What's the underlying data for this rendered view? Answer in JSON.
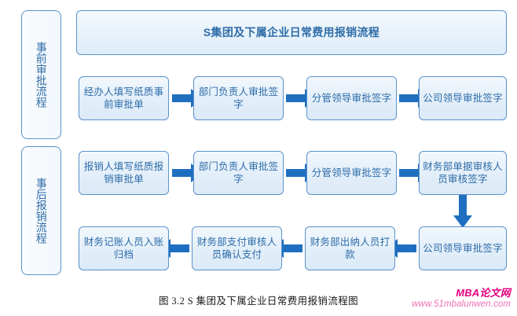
{
  "figure": {
    "title_banner": "S集团及下属企业日常费用报销流程",
    "caption": "图 3.2 S 集团及下属企业日常费用报销流程图"
  },
  "colors": {
    "node_border": "#5B92CC",
    "node_text": "#2E6CA8",
    "node_fill": "#E6F1FA",
    "arrow": "#1F6FC0",
    "watermark_title": "#E5007F",
    "watermark_url": "#F06EB4"
  },
  "lanes": [
    {
      "id": "pre-approval",
      "label": "事前审批流程"
    },
    {
      "id": "post-reimbursement",
      "label": "事后报销流程"
    }
  ],
  "rows": [
    {
      "id": "row-pre-approval",
      "direction": "left-to-right",
      "nodes": [
        "经办人填写纸质事前审批单",
        "部门负责人审批签字",
        "分管领导审批签字",
        "公司领导审批签字"
      ]
    },
    {
      "id": "row-reimbursement-1",
      "direction": "left-to-right",
      "nodes": [
        "报销人填写纸质报销审批单",
        "部门负责人审批签字",
        "分管领导审批签字",
        "财务部单据审核人员审核签字"
      ]
    },
    {
      "id": "row-reimbursement-2",
      "direction": "right-to-left",
      "nodes": [
        "财务记账人员入账归档",
        "财务部支付审核人员确认支付",
        "财务部出纳人员打款",
        "公司领导审批签字"
      ]
    }
  ],
  "connectors": [
    {
      "id": "pre-a1",
      "type": "arrow-right"
    },
    {
      "id": "pre-a2",
      "type": "arrow-right"
    },
    {
      "id": "pre-a3",
      "type": "arrow-right"
    },
    {
      "id": "post-a1",
      "type": "arrow-right"
    },
    {
      "id": "post-a2",
      "type": "arrow-right"
    },
    {
      "id": "post-a3",
      "type": "arrow-right"
    },
    {
      "id": "post-down",
      "type": "arrow-down"
    },
    {
      "id": "post-a4",
      "type": "arrow-left"
    },
    {
      "id": "post-a5",
      "type": "arrow-left"
    },
    {
      "id": "post-a6",
      "type": "arrow-left"
    }
  ],
  "watermark": {
    "title": "MBA论文网",
    "url": "www.51mbalunwen.com"
  }
}
